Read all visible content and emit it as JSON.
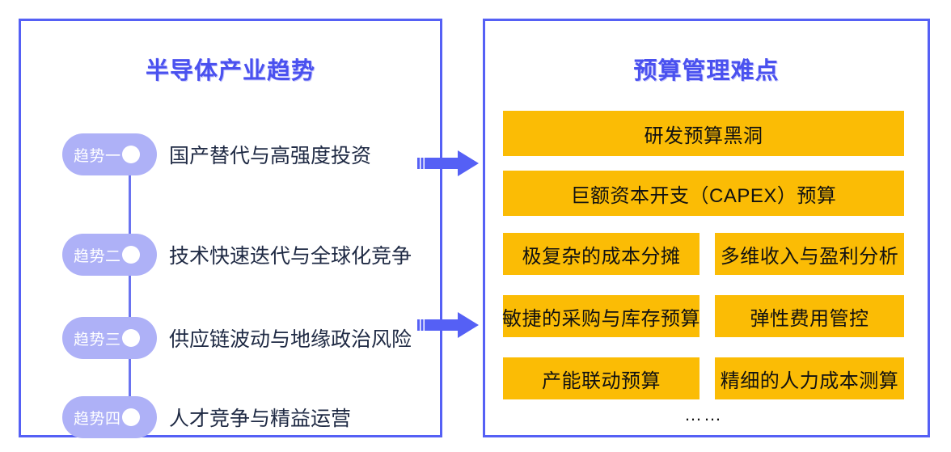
{
  "colors": {
    "panel_border": "#5560f5",
    "title": "#4a51ef",
    "pill": "#aeb1f7",
    "spine": "#6a73f0",
    "box": "#fbbc05",
    "box_text": "#111111",
    "arrow": "#5560f5",
    "body_text": "#1f2a44",
    "background": "#ffffff"
  },
  "left_panel": {
    "title": "半导体产业趋势",
    "trends": [
      {
        "badge": "趋势一",
        "text": "国产替代与高强度投资"
      },
      {
        "badge": "趋势二",
        "text": "技术快速迭代与全球化竞争"
      },
      {
        "badge": "趋势三",
        "text": "供应链波动与地缘政治风险"
      },
      {
        "badge": "趋势四",
        "text": "人才竞争与精益运营"
      }
    ]
  },
  "connectors": {
    "arrow_1": "right-arrow-icon",
    "arrow_2": "right-arrow-icon"
  },
  "right_panel": {
    "title": "预算管理难点",
    "pain_points": [
      {
        "text": "研发预算黑洞",
        "span": "full"
      },
      {
        "text": "巨额资本开支（CAPEX）预算",
        "span": "full"
      },
      {
        "text": "极复杂的成本分摊",
        "span": "left"
      },
      {
        "text": "多维收入与盈利分析",
        "span": "right"
      },
      {
        "text": "敏捷的采购与库存预算",
        "span": "left"
      },
      {
        "text": "弹性费用管控",
        "span": "right"
      },
      {
        "text": "产能联动预算",
        "span": "left"
      },
      {
        "text": "精细的人力成本测算",
        "span": "right"
      }
    ],
    "ellipsis": "……"
  }
}
